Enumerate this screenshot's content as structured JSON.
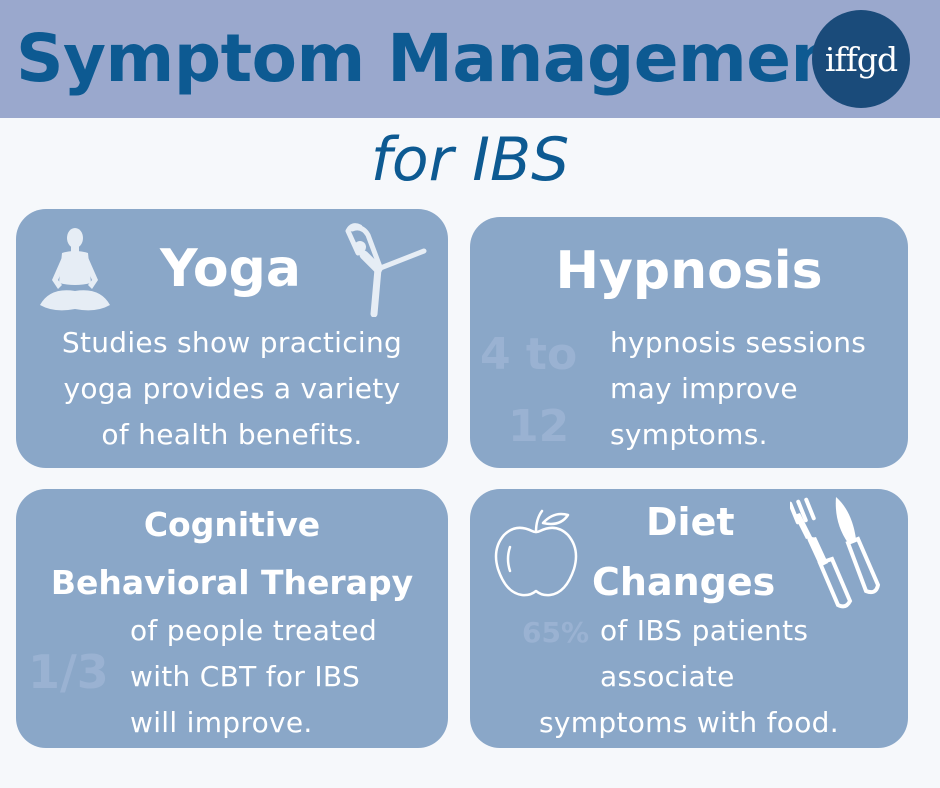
{
  "header": {
    "title": "Symptom Management",
    "subtitle": "for IBS",
    "logo_text": "iffgd",
    "colors": {
      "band": "#9aa8cd",
      "title": "#0d5a92",
      "logo": "#1a4b7a",
      "card": "#8aa7c8"
    }
  },
  "cards": {
    "yoga": {
      "heading": "Yoga",
      "lines": [
        "Studies show practicing",
        "yoga provides a variety",
        "of health benefits."
      ],
      "icons": [
        "meditation-figure-icon",
        "dancer-pose-figure-icon"
      ]
    },
    "hypnosis": {
      "heading": "Hypnosis",
      "stat_line1": "4 to",
      "stat_line2": "12",
      "lines": [
        "hypnosis sessions",
        "may improve",
        "symptoms."
      ]
    },
    "cbt": {
      "heading_line1": "Cognitive",
      "heading_line2": "Behavioral Therapy",
      "stat": "1/3",
      "lines": [
        "of people treated",
        "with CBT for IBS",
        "will improve."
      ]
    },
    "diet": {
      "heading_line1": "Diet",
      "heading_line2": "Changes",
      "stat": "65%",
      "line1": "of IBS patients",
      "line2": "associate",
      "line3": "symptoms with food.",
      "icons": [
        "apple-icon",
        "fork-knife-icon"
      ]
    }
  }
}
